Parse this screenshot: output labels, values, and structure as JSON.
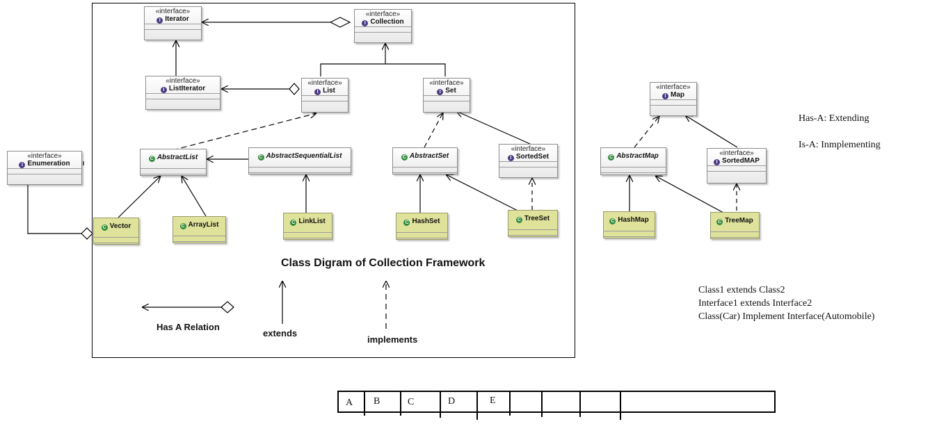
{
  "stereotype": "«interface»",
  "icons": {
    "interface": "interface-icon",
    "class": "class-icon"
  },
  "colors": {
    "interface_fill": "#eeeeee",
    "class_fill": "#dfe29a",
    "line": "#000000"
  },
  "nodes": {
    "iterator": "Iterator",
    "collection": "Collection",
    "list_iterator": "ListIterator",
    "list": "List",
    "set": "Set",
    "enumeration": "Enumeration",
    "abstract_list": "AbstractList",
    "abstract_sequential_list": "AbstractSequentialList",
    "abstract_set": "AbstractSet",
    "sorted_set": "SortedSet",
    "vector": "Vector",
    "array_list": "ArrayList",
    "link_list": "LinkList",
    "hash_set": "HashSet",
    "tree_set": "TreeSet",
    "map": "Map",
    "abstract_map": "AbstractMap",
    "sorted_map": "SortedMAP",
    "hash_map": "HashMap",
    "tree_map": "TreeMap"
  },
  "caption": "Class Digram of Collection Framework",
  "legend": {
    "has_a": "Has A Relation",
    "extends": "extends",
    "implements": "implements"
  },
  "notes": {
    "has_a": "Has-A: Extending",
    "is_a": "Is-A: Inmplementing",
    "line1": "Class1 extends Class2",
    "line2": "Interface1 extends Interface2",
    "line3": "Class(Car) Implement Interface(Automobile)"
  },
  "strip_labels": [
    "A",
    "B",
    "C",
    "D",
    "E"
  ]
}
